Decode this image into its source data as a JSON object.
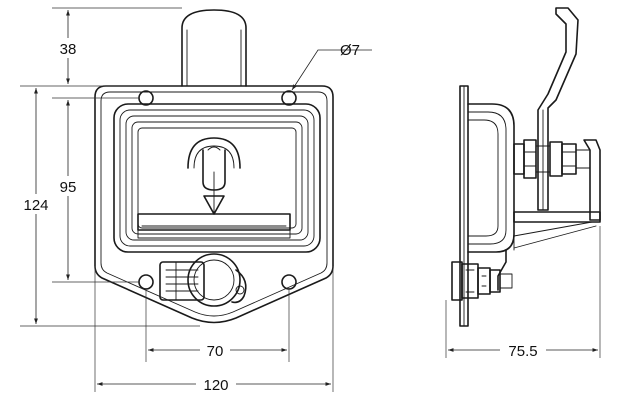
{
  "dimensions": {
    "front_knob_height": "38",
    "hole_diameter": "Ø7",
    "overall_height": "124",
    "mounting_height": "95",
    "hole_spacing": "70",
    "overall_width": "120",
    "side_depth": "75.5"
  }
}
